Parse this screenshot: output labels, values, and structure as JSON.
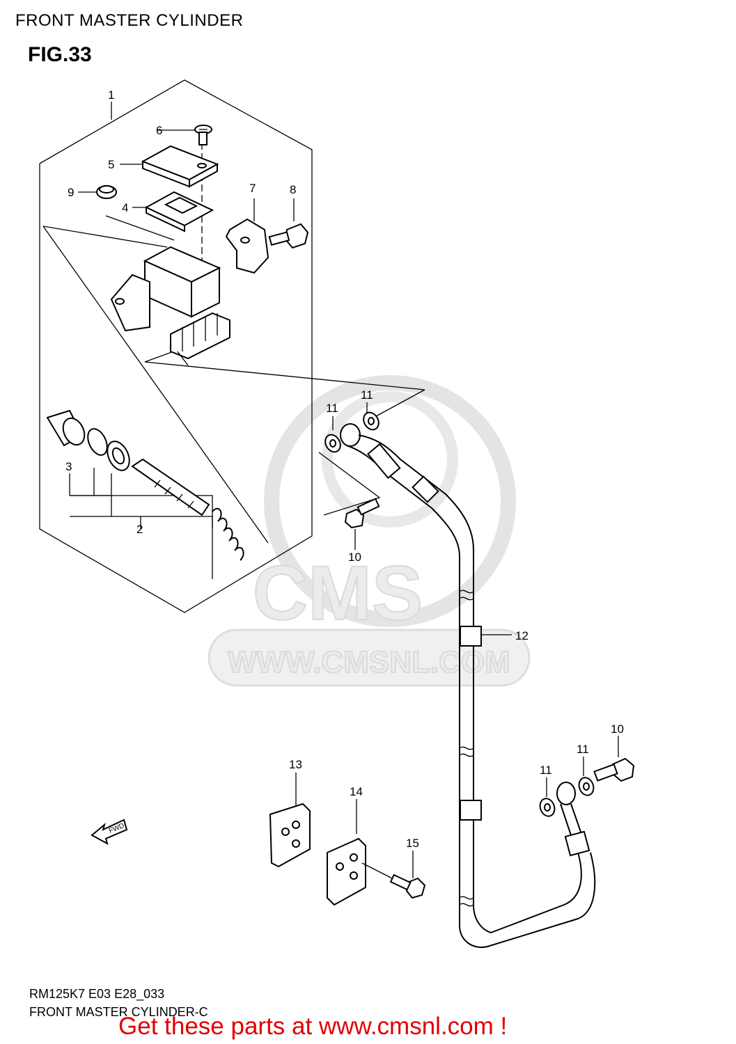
{
  "header": {
    "title": "FRONT MASTER CYLINDER",
    "figure": "FIG.33"
  },
  "watermark": {
    "brand": "CMS",
    "url": "WWW.CMSNL.COM"
  },
  "callouts": {
    "p1": "1",
    "p2": "2",
    "p3": "3",
    "p4": "4",
    "p5": "5",
    "p6": "6",
    "p7": "7",
    "p8": "8",
    "p9": "9",
    "p10a": "10",
    "p10b": "10",
    "p11a": "11",
    "p11b": "11",
    "p11c": "11",
    "p11d": "11",
    "p12": "12",
    "p13": "13",
    "p14": "14",
    "p15": "15"
  },
  "fwd_label": "FWD",
  "footer": {
    "code": "RM125K7 E03 E28_033",
    "name": "FRONT MASTER CYLINDER-C",
    "promo": "Get these parts at www.cmsnl.com !"
  },
  "colors": {
    "promo": "#e00000",
    "watermark": "#ececec"
  }
}
